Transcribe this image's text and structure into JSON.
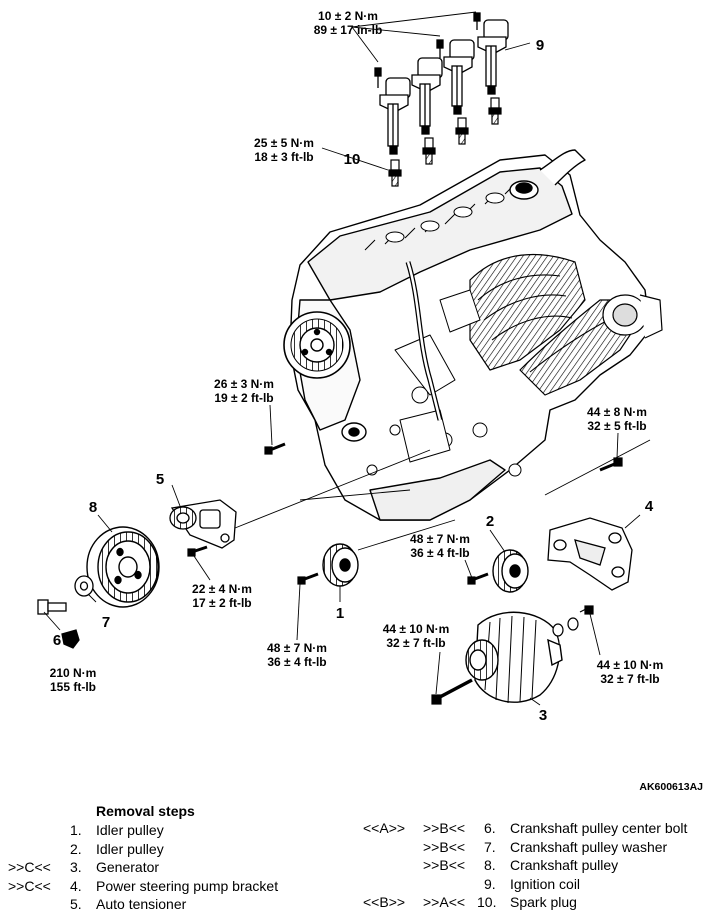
{
  "diagram": {
    "torques": [
      {
        "id": "t-coil",
        "nm": "10 ± 2 N·m",
        "imp": "89 ± 17 in-lb"
      },
      {
        "id": "t-plug",
        "nm": "25 ± 5 N·m",
        "imp": "18 ± 3 ft-lb"
      },
      {
        "id": "t-26",
        "nm": "26 ± 3 N·m",
        "imp": "19 ± 2 ft-lb"
      },
      {
        "id": "t-44a",
        "nm": "44 ± 8 N·m",
        "imp": "32 ± 5 ft-lb"
      },
      {
        "id": "t-48a",
        "nm": "48 ± 7 N·m",
        "imp": "36 ± 4 ft-lb"
      },
      {
        "id": "t-22",
        "nm": "22 ± 4 N·m",
        "imp": "17 ± 2 ft-lb"
      },
      {
        "id": "t-48b",
        "nm": "48 ± 7 N·m",
        "imp": "36 ± 4 ft-lb"
      },
      {
        "id": "t-44b",
        "nm": "44 ± 10 N·m",
        "imp": "32 ± 7 ft-lb"
      },
      {
        "id": "t-44c",
        "nm": "44 ± 10 N·m",
        "imp": "32 ± 7 ft-lb"
      },
      {
        "id": "t-210",
        "nm": "210 N·m",
        "imp": "155 ft-lb"
      }
    ],
    "callouts": [
      "1",
      "2",
      "3",
      "4",
      "5",
      "6",
      "7",
      "8",
      "9",
      "10"
    ],
    "figure_code": "AK600613AJ"
  },
  "removal_steps": {
    "heading": "Removal steps",
    "left": [
      {
        "pre": "",
        "num": "1.",
        "text": "Idler pulley"
      },
      {
        "pre": "",
        "num": "2.",
        "text": "Idler pulley"
      },
      {
        "pre": ">>C<<",
        "num": "3.",
        "text": "Generator"
      },
      {
        "pre": ">>C<<",
        "num": "4.",
        "text": "Power steering pump bracket"
      },
      {
        "pre": "",
        "num": "5.",
        "text": "Auto tensioner"
      }
    ],
    "right": [
      {
        "pre1": "<<A>>",
        "pre2": ">>B<<",
        "num": "6.",
        "text": "Crankshaft pulley center bolt"
      },
      {
        "pre1": "",
        "pre2": ">>B<<",
        "num": "7.",
        "text": "Crankshaft pulley washer"
      },
      {
        "pre1": "",
        "pre2": ">>B<<",
        "num": "8.",
        "text": "Crankshaft pulley"
      },
      {
        "pre1": "",
        "pre2": "",
        "num": "9.",
        "text": "Ignition coil"
      },
      {
        "pre1": "<<B>>",
        "pre2": ">>A<<",
        "num": "10.",
        "text": "Spark plug"
      }
    ]
  }
}
